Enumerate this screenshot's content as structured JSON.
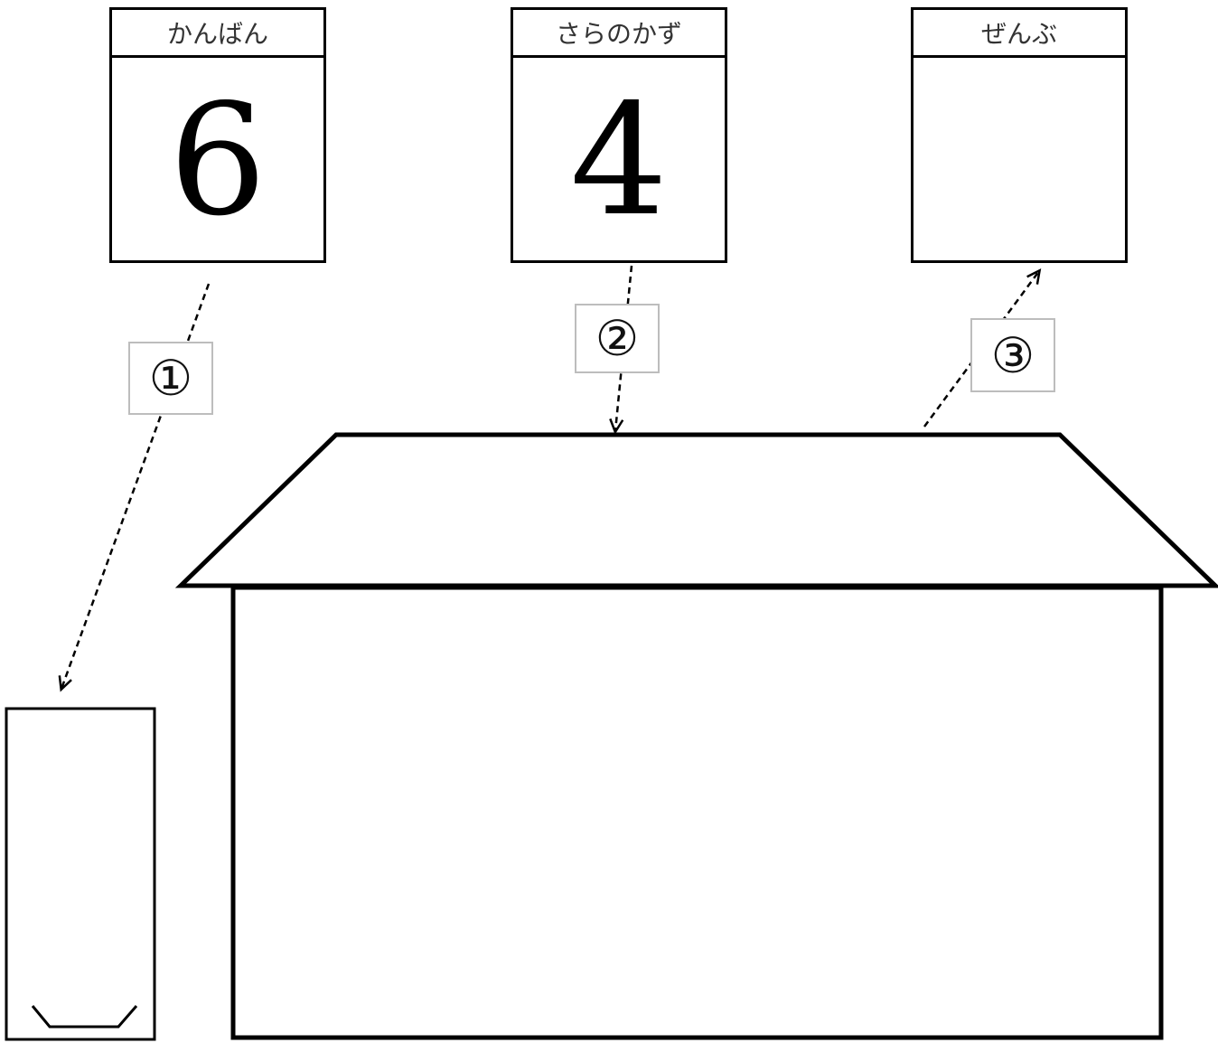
{
  "cards": [
    {
      "title": "かんばん",
      "value": "6"
    },
    {
      "title": "さらのかず",
      "value": "4"
    },
    {
      "title": "ぜんぶ",
      "value": ""
    }
  ],
  "steps": [
    "①",
    "②",
    "③"
  ]
}
